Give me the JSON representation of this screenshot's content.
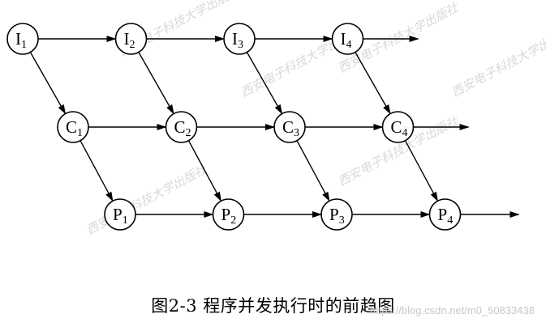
{
  "diagram": {
    "rows": [
      {
        "letter": "I",
        "nodes": [
          {
            "sub": "1"
          },
          {
            "sub": "2"
          },
          {
            "sub": "3"
          },
          {
            "sub": "4"
          }
        ]
      },
      {
        "letter": "C",
        "nodes": [
          {
            "sub": "1"
          },
          {
            "sub": "2"
          },
          {
            "sub": "3"
          },
          {
            "sub": "4"
          }
        ]
      },
      {
        "letter": "P",
        "nodes": [
          {
            "sub": "1"
          },
          {
            "sub": "2"
          },
          {
            "sub": "3"
          },
          {
            "sub": "4"
          }
        ]
      }
    ],
    "edges": {
      "horizontal": "each node points to the next node in its row; the last node in each row has an outgoing arrow",
      "diagonal": "each I node points to the C node of the same index; each C node points to the P node of the same index"
    }
  },
  "caption": "图2-3  程序并发执行时的前趋图",
  "watermark": {
    "publisher_text": "西安电子科技大学出版社",
    "credit": "https://blog.csdn.net/m0_50833438"
  },
  "colors": {
    "ink": "#000000",
    "watermark": "#d9d9d9"
  }
}
